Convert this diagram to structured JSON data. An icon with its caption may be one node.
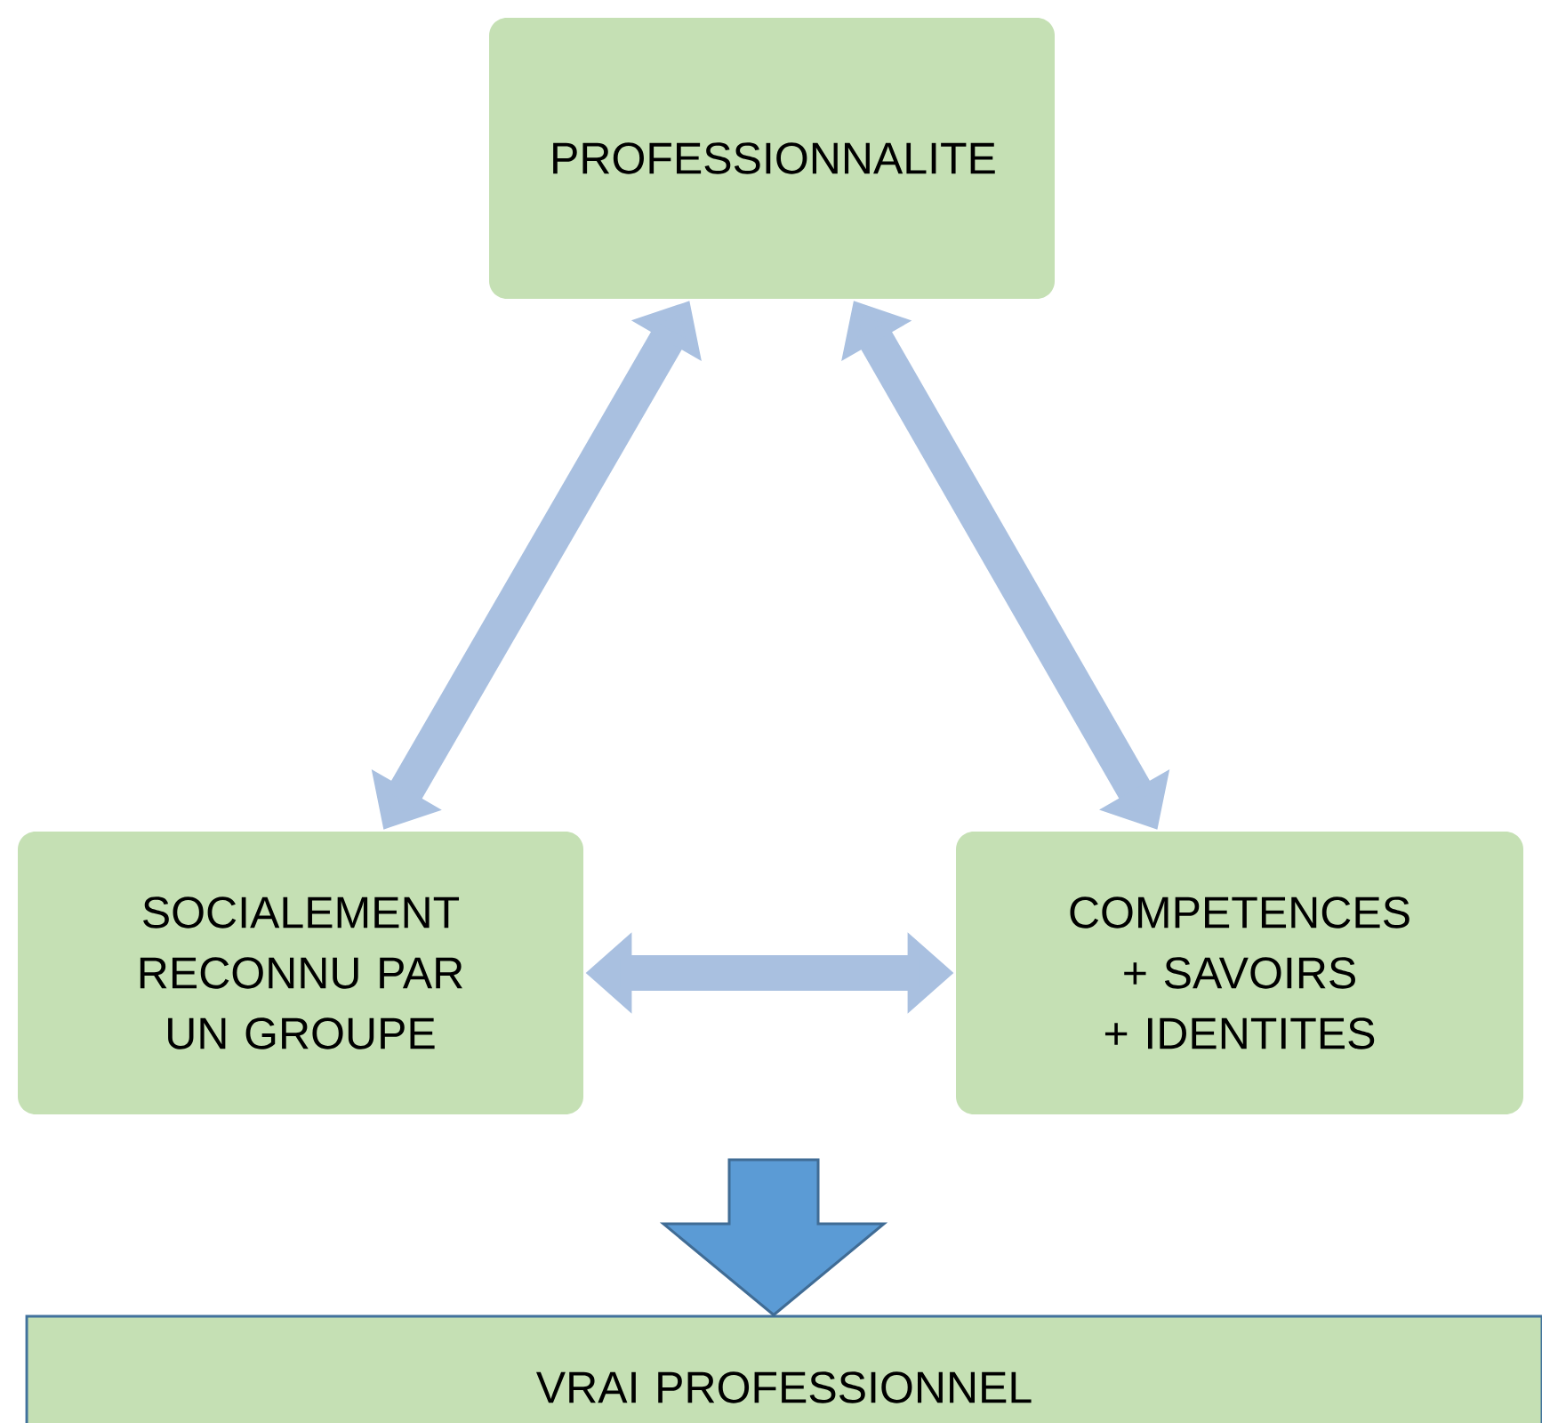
{
  "diagram": {
    "nodes": [
      {
        "text": [
          "PROFESSIONNALITE"
        ]
      },
      {
        "text": [
          "SOCIALEMENT RECONNU PAR UN GROUPE"
        ]
      },
      {
        "text": [
          "COMPETENCES + SAVOIRS + IDENTITES"
        ]
      },
      {
        "text": [
          "VRAI PROFESSIONNEL"
        ]
      }
    ],
    "edges": [
      {
        "from": 1,
        "to": 0,
        "arrow": "both"
      },
      {
        "from": 0,
        "to": 2,
        "arrow": "both"
      },
      {
        "from": 1,
        "to": 2,
        "arrow": "both"
      },
      {
        "from": null,
        "to": 3,
        "arrow": "to",
        "style": "thick",
        "color": "#5b9bd5"
      }
    ]
  }
}
